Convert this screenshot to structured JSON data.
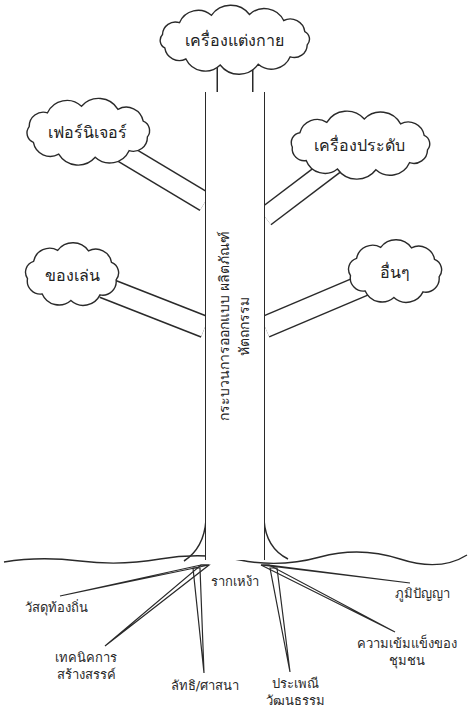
{
  "diagram": {
    "nodes": [
      {
        "text": [
          "เครื่องแต่งกาย"
        ]
      },
      {
        "text": [
          "เฟอร์นิเจอร์"
        ]
      },
      {
        "text": [
          "เครื่องประดับ"
        ]
      },
      {
        "text": [
          "ของเล่น"
        ]
      },
      {
        "text": [
          "อื่นๆ"
        ]
      },
      {
        "text": [
          "กระบวนการออกแบบ ผลิตภัณฑ์หัตถกรรม"
        ]
      }
    ],
    "edges": [
      {
        "from": 5,
        "to": 0,
        "arrow": "none"
      },
      {
        "from": 5,
        "to": 1,
        "arrow": "none"
      },
      {
        "from": 5,
        "to": 2,
        "arrow": "none"
      },
      {
        "from": 5,
        "to": 3,
        "arrow": "none"
      },
      {
        "from": 5,
        "to": 4,
        "arrow": "none"
      }
    ],
    "labels": [
      "รากเหง้า",
      "วัสดุท้องถิ่น",
      "ภูมิปัญญา",
      "เทคนิคการสร้างสรรค์",
      "ลัทธิ/ศาสนา",
      "ประเพณีวัฒนธรรม",
      "ความเข้มแข็งของชุมชน"
    ]
  }
}
